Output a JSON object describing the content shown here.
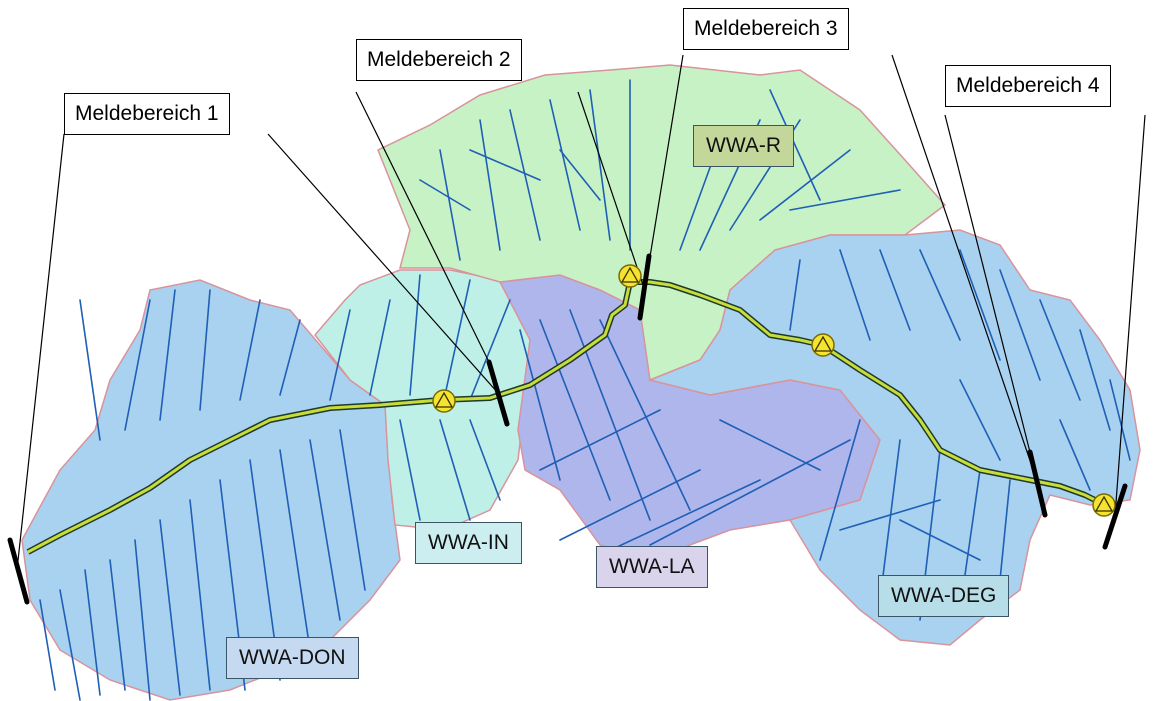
{
  "map": {
    "reporting_areas": [
      {
        "id": "mb1",
        "label": "Meldebereich 1"
      },
      {
        "id": "mb2",
        "label": "Meldebereich 2"
      },
      {
        "id": "mb3",
        "label": "Meldebereich 3"
      },
      {
        "id": "mb4",
        "label": "Meldebereich 4"
      }
    ],
    "offices": [
      {
        "id": "wwa-r",
        "label": "WWA-R",
        "fill": "#c4d79b"
      },
      {
        "id": "wwa-in",
        "label": "WWA-IN",
        "fill": "#cdeef0"
      },
      {
        "id": "wwa-la",
        "label": "WWA-LA",
        "fill": "#d9d3ec"
      },
      {
        "id": "wwa-deg",
        "label": "WWA-DEG",
        "fill": "#b7dde8"
      },
      {
        "id": "wwa-don",
        "label": "WWA-DON",
        "fill": "#c5d9f1"
      }
    ],
    "region_colors": {
      "don": "#a9d2f0",
      "in": "#bff0e8",
      "la": "#aeb6ec",
      "r": "#c7f2c6",
      "deg": "#a9d2f0",
      "border": "#d9939b",
      "streams": "#1f5fb5",
      "main_river": "#c9dc3a",
      "gauge": "#f5e332"
    }
  }
}
